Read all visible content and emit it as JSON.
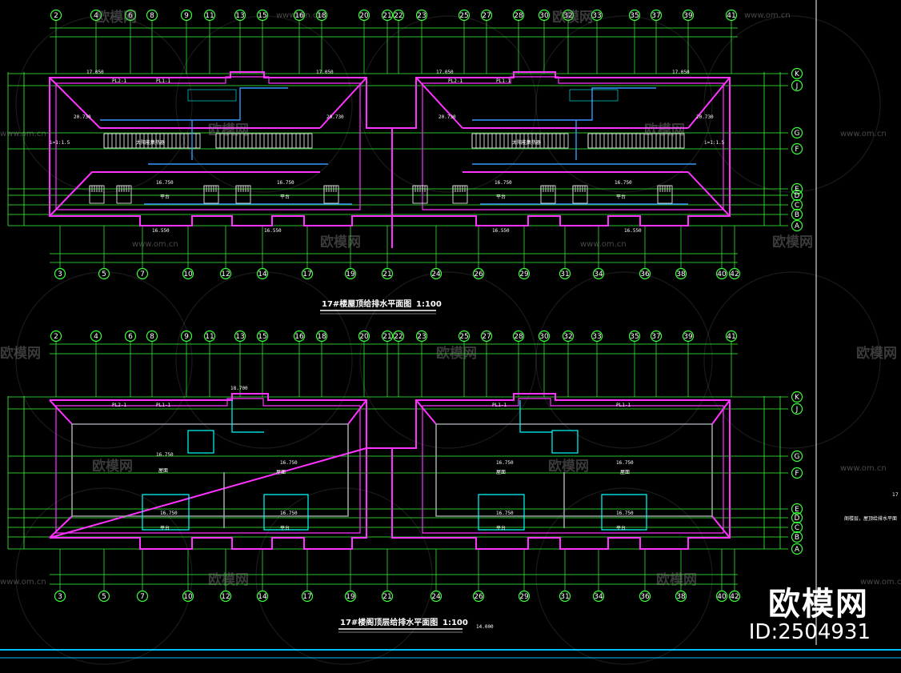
{
  "watermark": {
    "brand": "欧模网",
    "url": "www.om.cn",
    "url_short": "om.cn"
  },
  "brand": {
    "name": "欧模网",
    "id": "ID:2504931"
  },
  "plan_top": {
    "title": "17#楼屋顶给排水平面图",
    "scale": "1:100"
  },
  "plan_bottom": {
    "title": "17#楼阁顶层给排水平面图",
    "scale": "1:100",
    "note_elev": "14.000"
  },
  "axes_top_row": [
    "2",
    "4",
    "6",
    "8",
    "9",
    "11",
    "13",
    "15",
    "16",
    "18",
    "20",
    "21",
    "22",
    "23",
    "25",
    "27",
    "28",
    "30",
    "32",
    "33",
    "35",
    "37",
    "39",
    "41"
  ],
  "axes_bottom_row": [
    "3",
    "5",
    "7",
    "10",
    "12",
    "14",
    "17",
    "19",
    "21",
    "24",
    "26",
    "29",
    "31",
    "34",
    "36",
    "38",
    "40",
    "42"
  ],
  "axes_side": [
    "K",
    "J",
    "G",
    "F",
    "E",
    "D",
    "C",
    "B",
    "A"
  ],
  "labels": {
    "flow_tank": "太阳能集热器",
    "level_1": "17.050",
    "level_2": "16.750",
    "level_3": "16.550",
    "level_4": "18.700",
    "level_5": "20.730",
    "pl1": "PL1-1",
    "pl2": "PL2-1",
    "slope": "i=1:1.5",
    "platform": "平台",
    "roof": "屋面",
    "side_note_1": "17",
    "side_note_2": "阁楼层，屋顶给排水平面"
  },
  "colors": {
    "bg": "#000000",
    "wall": "#ff33ff",
    "axis": "#39ff39",
    "pipe": "#3399ff",
    "text": "#ffffff",
    "water": "#00ffff",
    "grey": "#9aa0a6"
  }
}
